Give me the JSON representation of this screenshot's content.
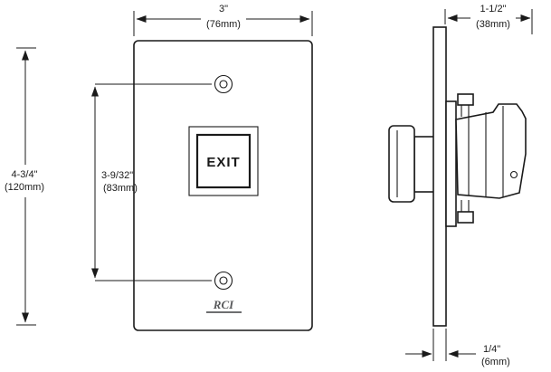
{
  "front_view": {
    "button_label": "EXIT",
    "logo_text": "RCI",
    "dim_width": {
      "inches": "3\"",
      "metric": "(76mm)"
    },
    "dim_height": {
      "inches": "4-3/4\"",
      "metric": "(120mm)"
    },
    "dim_hole_spacing": {
      "inches": "3-9/32\"",
      "metric": "(83mm)"
    }
  },
  "side_view": {
    "dim_depth": {
      "inches": "1-1/2\"",
      "metric": "(38mm)"
    },
    "dim_thickness": {
      "inches": "1/4\"",
      "metric": "(6mm)"
    }
  },
  "colors": {
    "line": "#1a1a1a",
    "background": "#ffffff",
    "logo": "#58595b"
  }
}
